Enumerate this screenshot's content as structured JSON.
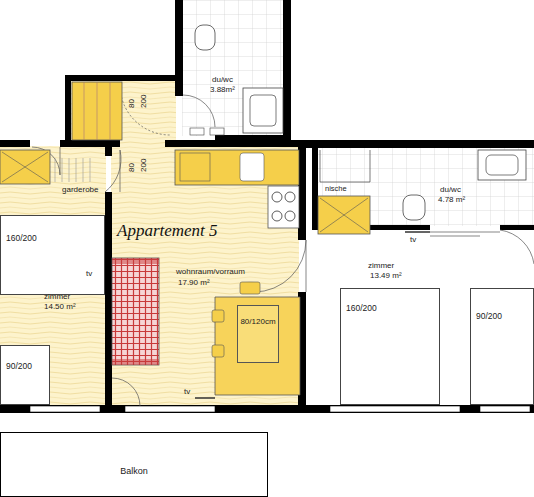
{
  "diagram": {
    "nodes": [
      {
        "text": [
          "Balkon"
        ]
      },
      {
        "text": [
          "80/120cm"
        ]
      },
      {
        "text": [
          "160/200"
        ]
      },
      {
        "text": [
          "90/200"
        ]
      },
      {
        "text": [
          "160/200"
        ]
      },
      {
        "text": [
          "90/200"
        ]
      }
    ],
    "labels": [
      "80",
      "200",
      "80",
      "200",
      "du/wc",
      "3.88m²",
      "garderobe",
      "du/wc",
      "4.78 m²",
      "nische",
      "Appartement 5",
      "zimmer",
      "14.50 m²",
      "tv",
      "wohnraum/vorraum",
      "17.90 m²",
      "tv",
      "zimmer",
      "13.49 m²",
      "tv"
    ]
  }
}
